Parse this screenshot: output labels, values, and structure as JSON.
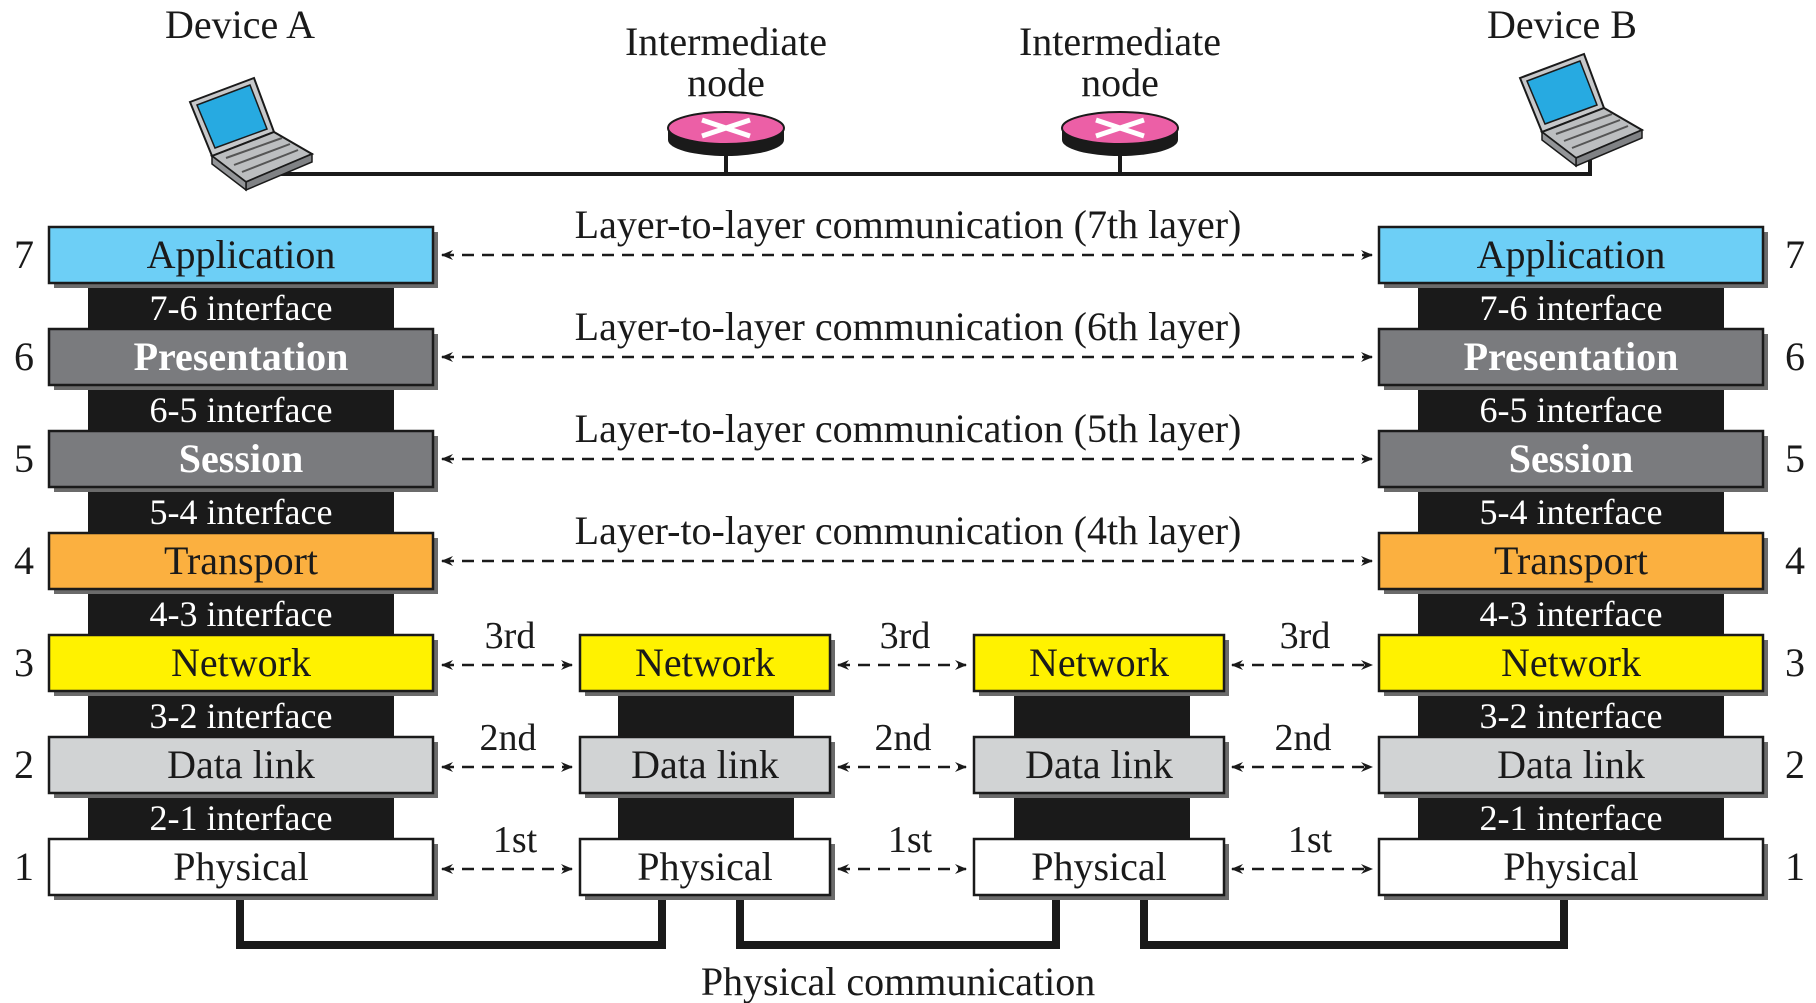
{
  "devices": {
    "device_a": "Device A",
    "device_b": "Device B",
    "node1_line1": "Intermediate",
    "node1_line2": "node",
    "node2_line1": "Intermediate",
    "node2_line2": "node"
  },
  "layers": [
    {
      "num": "7",
      "name": "Application",
      "color": "#6dcff6",
      "bold": false
    },
    {
      "num": "6",
      "name": "Presentation",
      "color": "#7a7b7e",
      "bold": true
    },
    {
      "num": "5",
      "name": "Session",
      "color": "#7a7b7e",
      "bold": true
    },
    {
      "num": "4",
      "name": "Transport",
      "color": "#fbb040",
      "bold": false
    },
    {
      "num": "3",
      "name": "Network",
      "color": "#fff200",
      "bold": false
    },
    {
      "num": "2",
      "name": "Data link",
      "color": "#d1d3d4",
      "bold": false
    },
    {
      "num": "1",
      "name": "Physical",
      "color": "#ffffff",
      "bold": false
    }
  ],
  "interfaces": [
    "7-6 interface",
    "6-5 interface",
    "5-4 interface",
    "4-3 interface",
    "3-2 interface",
    "2-1 interface"
  ],
  "peer_comm": [
    "Layer-to-layer communication (7th layer)",
    "Layer-to-layer communication (6th layer)",
    "Layer-to-layer communication (5th layer)",
    "Layer-to-layer communication (4th layer)"
  ],
  "hop_labels": {
    "network": "3rd",
    "datalink": "2nd",
    "physical": "1st"
  },
  "node_layers": {
    "network": "Network",
    "datalink": "Data link",
    "physical": "Physical"
  },
  "physical_comm": "Physical communication",
  "colors": {
    "router": "#ec5fa6",
    "laptop_screen": "#27aae1",
    "interface_bg": "#1a1a1a"
  }
}
